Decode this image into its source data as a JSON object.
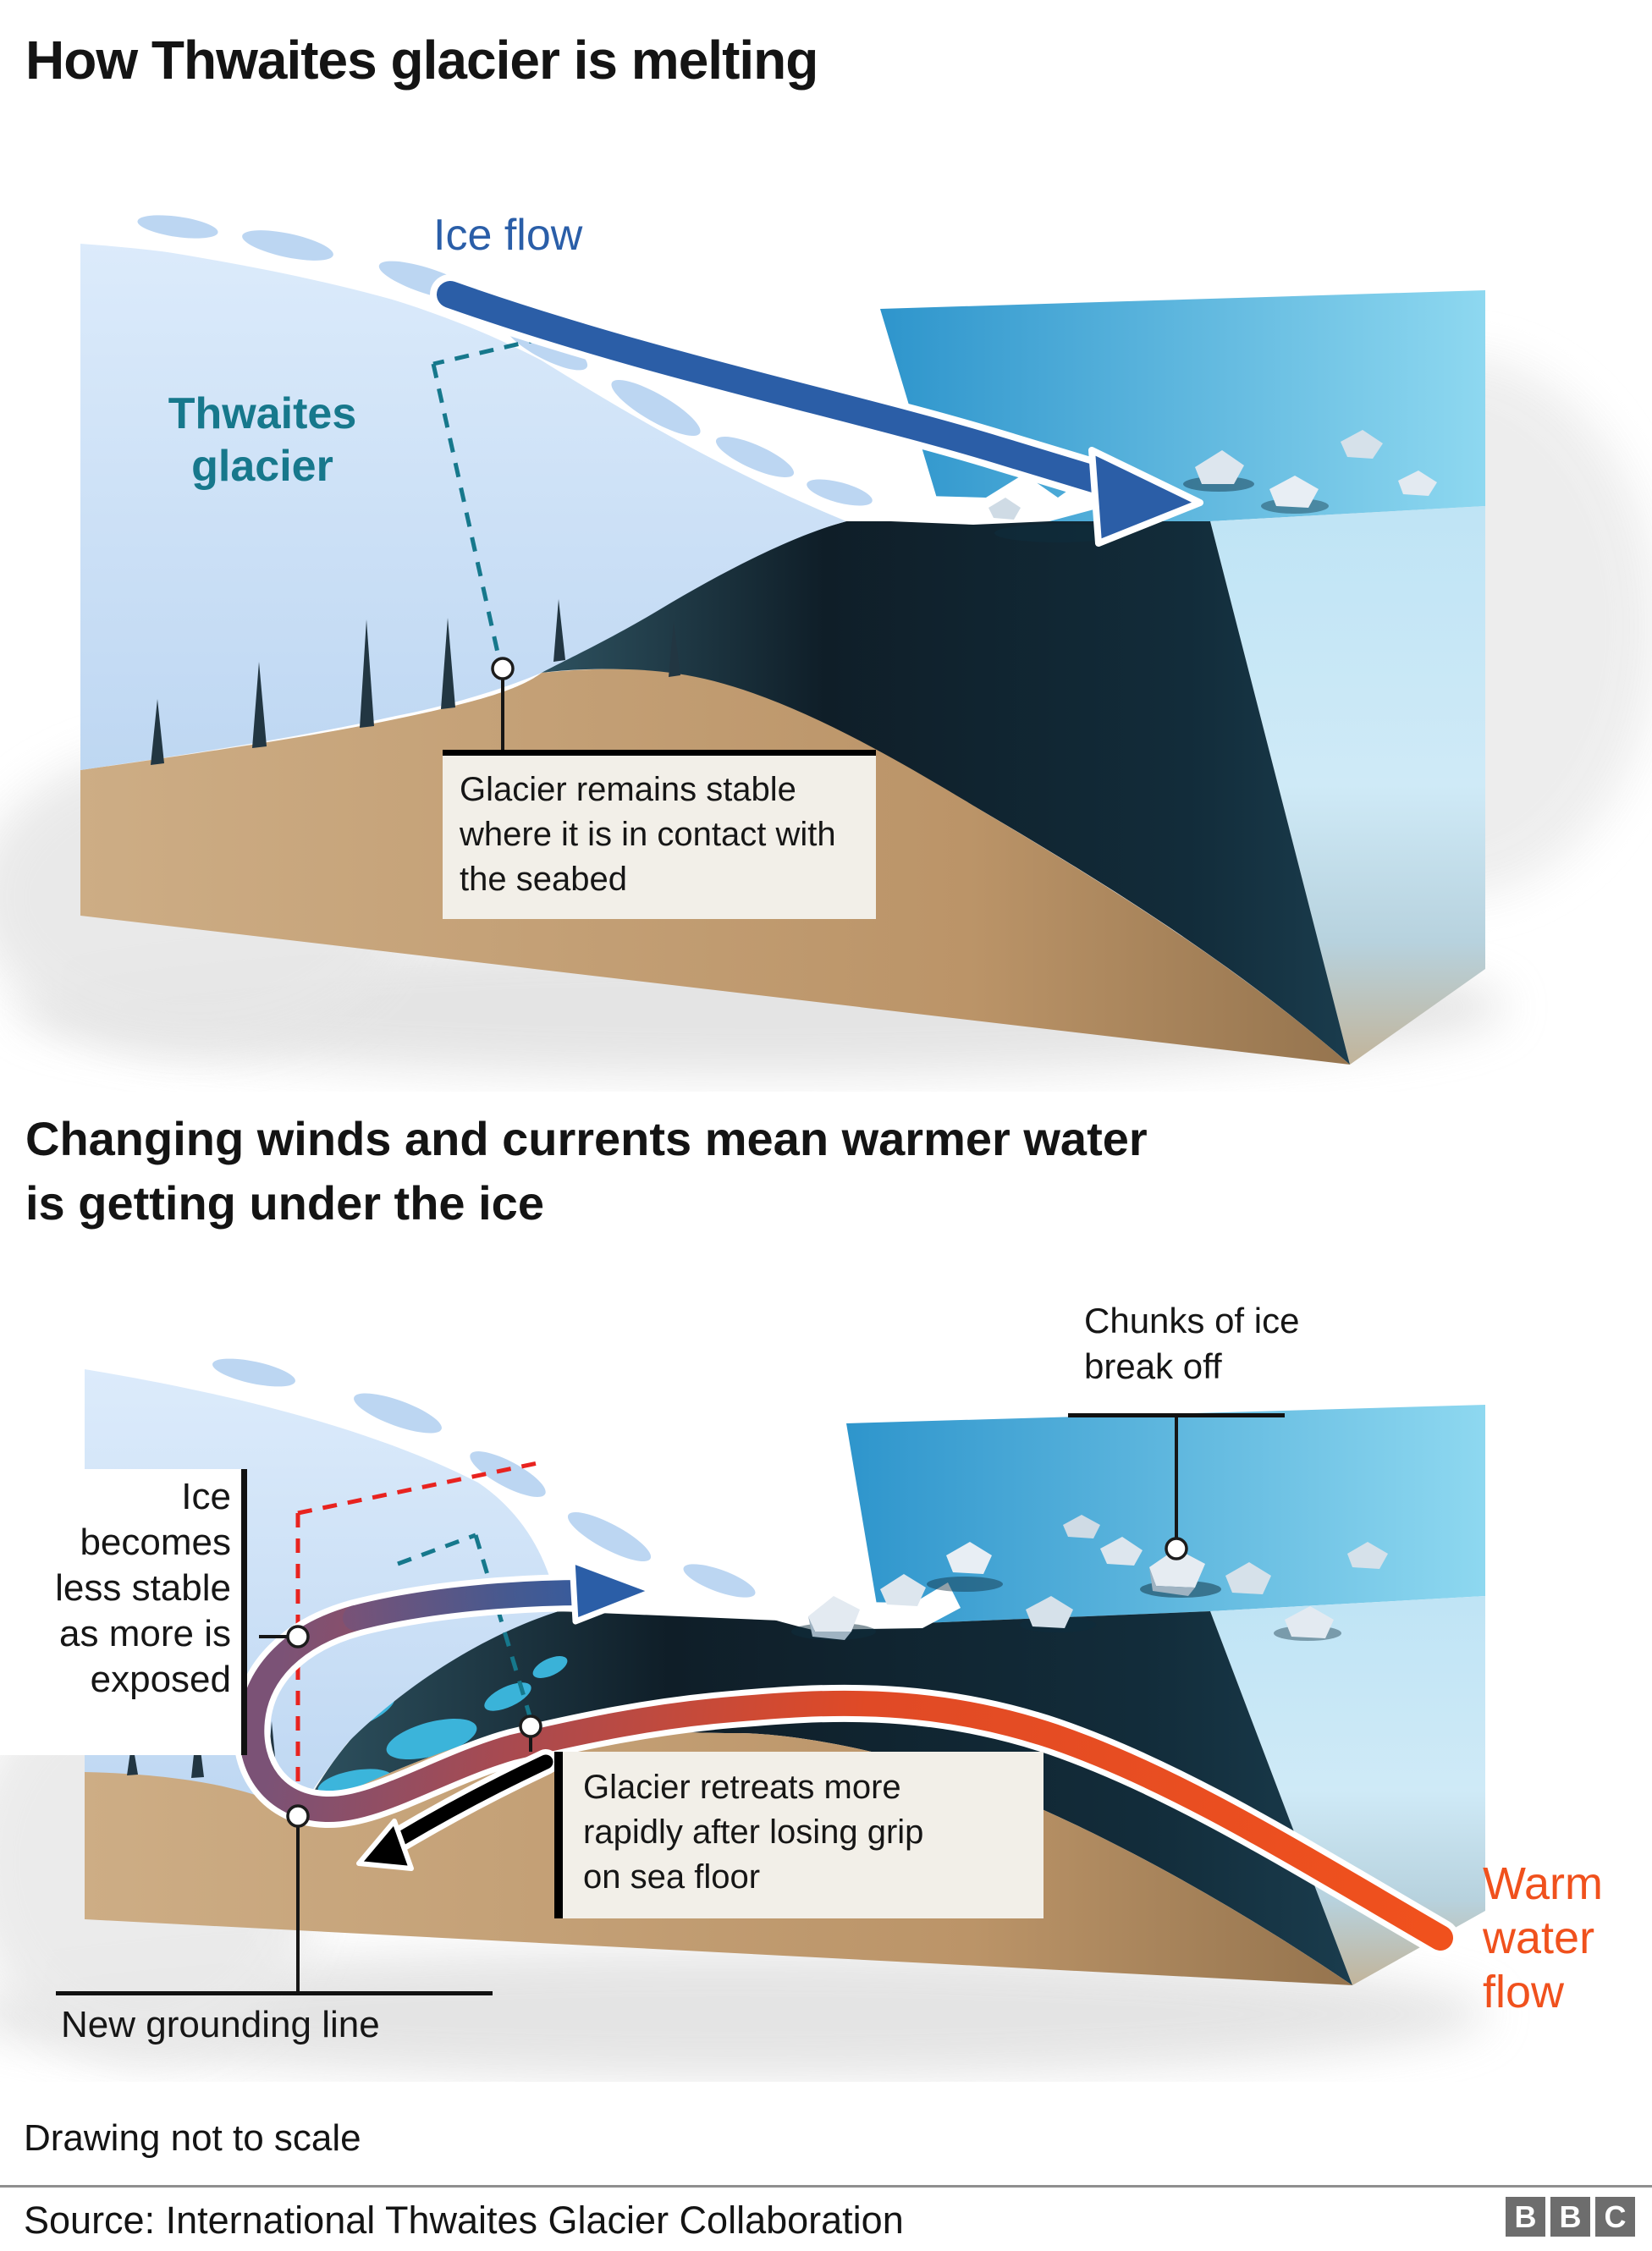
{
  "title": "How Thwaites glacier is melting",
  "colors": {
    "accent_blue": "#2a5ea8",
    "teal": "#17788c",
    "orange": "#f0511d",
    "red_dashed": "#e8231f",
    "box_bg": "#f2efe8",
    "logo_gray": "#6d6d6d"
  },
  "diagram1": {
    "ice_flow_label": "Ice flow",
    "glacier_label_lines": [
      "Thwaites",
      "glacier"
    ],
    "stable_callout_lines": [
      "Glacier remains stable",
      "where it is in contact with",
      "the seabed"
    ]
  },
  "section2": {
    "heading_lines": [
      "Changing winds and currents mean warmer water",
      "is getting under the ice"
    ]
  },
  "diagram2": {
    "chunks_label_lines": [
      "Chunks of ice",
      "break off"
    ],
    "less_stable_lines": [
      "Ice",
      "becomes",
      "less stable",
      "as more is",
      "exposed"
    ],
    "retreat_callout_lines": [
      "Glacier retreats more",
      "rapidly after losing grip",
      "on sea floor"
    ],
    "new_grounding_label": "New grounding line",
    "warm_water_lines": [
      "Warm",
      "water",
      "flow"
    ]
  },
  "footer": {
    "note": "Drawing not to scale",
    "source": "Source: International Thwaites Glacier Collaboration",
    "logo_letters": [
      "B",
      "B",
      "C"
    ]
  }
}
